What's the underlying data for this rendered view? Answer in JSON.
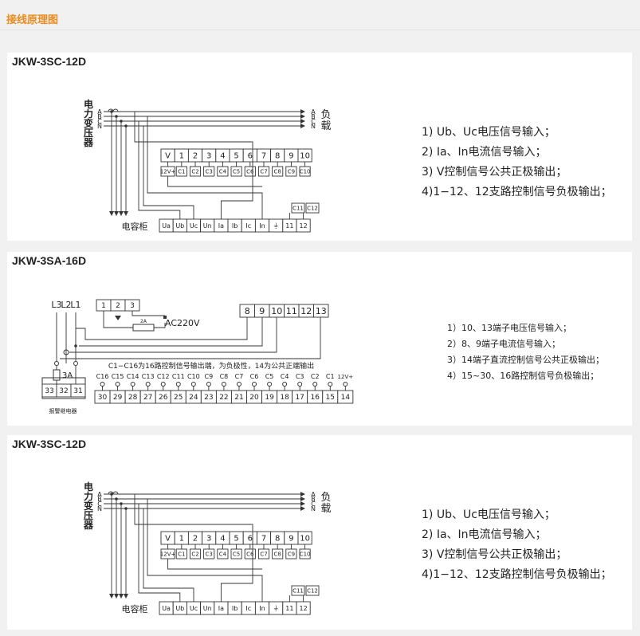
{
  "page_title": "接线原理图",
  "panel1": {
    "title": "JKW-3SC-12D",
    "source_label": [
      "电",
      "力",
      "变",
      "压",
      "器"
    ],
    "phases": [
      "A",
      "B",
      "C",
      "N"
    ],
    "load_label": [
      "负",
      "载"
    ],
    "top_row": [
      "V",
      "1",
      "2",
      "3",
      "4",
      "5",
      "6",
      "7",
      "8",
      "9",
      "10"
    ],
    "cap_row": [
      "12V+",
      "C1",
      "C2",
      "C3",
      "C4",
      "C5",
      "C6",
      "C7",
      "C8",
      "C9",
      "C10"
    ],
    "right_caps": [
      "C11",
      "C12"
    ],
    "bottom_row": [
      "Ua",
      "Ub",
      "Uc",
      "Un",
      "Ia",
      "Ib",
      "Ic",
      "In",
      "⏚",
      "11",
      "12"
    ],
    "cabinet_label": "电容柜",
    "notes": [
      "1) Ub、Uc电压信号输入；",
      "2) Ia、In电流信号输入；",
      "3) V控制信号公共正极输出；",
      "4)1−12、12支路控制信号负极输出；"
    ]
  },
  "panel2": {
    "title": "JKW-3SA-16D",
    "lines": [
      "L3",
      "L2",
      "L1"
    ],
    "small_terms": [
      "1",
      "2",
      "3"
    ],
    "fuse_small": "2A",
    "ac_label": "AC220V",
    "top_terms": [
      "8",
      "9",
      "10",
      "11",
      "12",
      "13"
    ],
    "fuse": "3A",
    "relay_terms": [
      "33",
      "32",
      "31"
    ],
    "relay_label": "报警继电器",
    "bus_note": "C1−C16为16路控制信号输出端，为负极性，14为公共正端输出",
    "caps": [
      "C16",
      "C15",
      "C14",
      "C13",
      "C12",
      "C11",
      "C10",
      "C9",
      "C8",
      "C7",
      "C6",
      "C5",
      "C4",
      "C3",
      "C2",
      "C1",
      "12V+"
    ],
    "terms": [
      "30",
      "29",
      "28",
      "27",
      "26",
      "25",
      "24",
      "23",
      "22",
      "21",
      "20",
      "19",
      "18",
      "17",
      "16",
      "15",
      "14"
    ],
    "notes": [
      "1）10、13端子电压信号输入；",
      "2）8、9端子电流信号输入；",
      "3）14端子直流控制信号公共正极输出；",
      "4）15~30、16路控制信号负极输出；"
    ]
  },
  "panel3": {
    "title": "JKW-3SC-12D",
    "source_label": [
      "电",
      "力",
      "变",
      "压",
      "器"
    ],
    "phases": [
      "A",
      "B",
      "C",
      "N"
    ],
    "load_label": [
      "负",
      "载"
    ],
    "top_row": [
      "V",
      "1",
      "2",
      "3",
      "4",
      "5",
      "6",
      "7",
      "8",
      "9",
      "10"
    ],
    "cap_row": [
      "12V+",
      "C1",
      "C2",
      "C3",
      "C4",
      "C5",
      "C6",
      "C7",
      "C8",
      "C9",
      "C10"
    ],
    "right_caps": [
      "C11",
      "C12"
    ],
    "bottom_row": [
      "Ua",
      "Ub",
      "Uc",
      "Un",
      "Ia",
      "Ib",
      "Ic",
      "In",
      "⏚",
      "11",
      "12"
    ],
    "cabinet_label": "电容柜",
    "notes": [
      "1) Ub、Uc电压信号输入；",
      "2) Ia、In电流信号输入；",
      "3) V控制信号公共正极输出；",
      "4)1−12、12支路控制信号负极输出；"
    ]
  }
}
